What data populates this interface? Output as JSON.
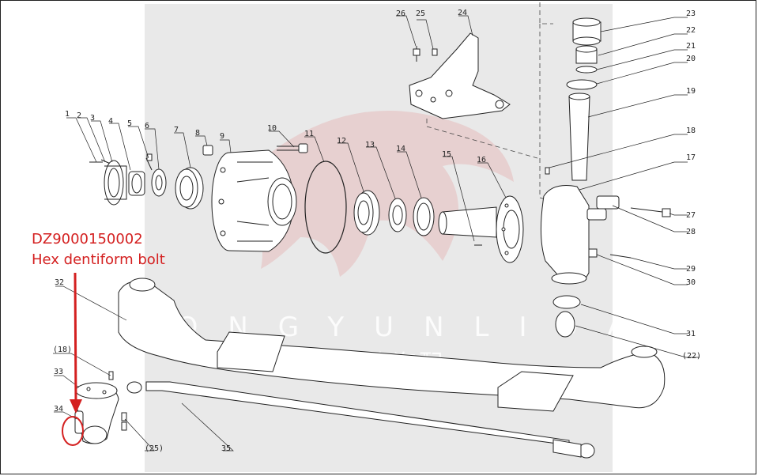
{
  "callout": {
    "part_code": "DZ9000150002",
    "part_name": "Hex dentiform bolt",
    "color": "#d42020"
  },
  "watermark": {
    "latin": "HONGYUNLIDA",
    "chinese": "鸿运力达汽配"
  },
  "part_numbers": [
    "1",
    "2",
    "3",
    "4",
    "5",
    "6",
    "7",
    "8",
    "9",
    "10",
    "11",
    "12",
    "13",
    "14",
    "15",
    "16",
    "17",
    "18",
    "19",
    "20",
    "21",
    "22",
    "23",
    "24",
    "25",
    "26",
    "27",
    "28",
    "29",
    "30",
    "31",
    "(22)",
    "32",
    "(18)",
    "33",
    "34",
    "(25)",
    "35"
  ]
}
